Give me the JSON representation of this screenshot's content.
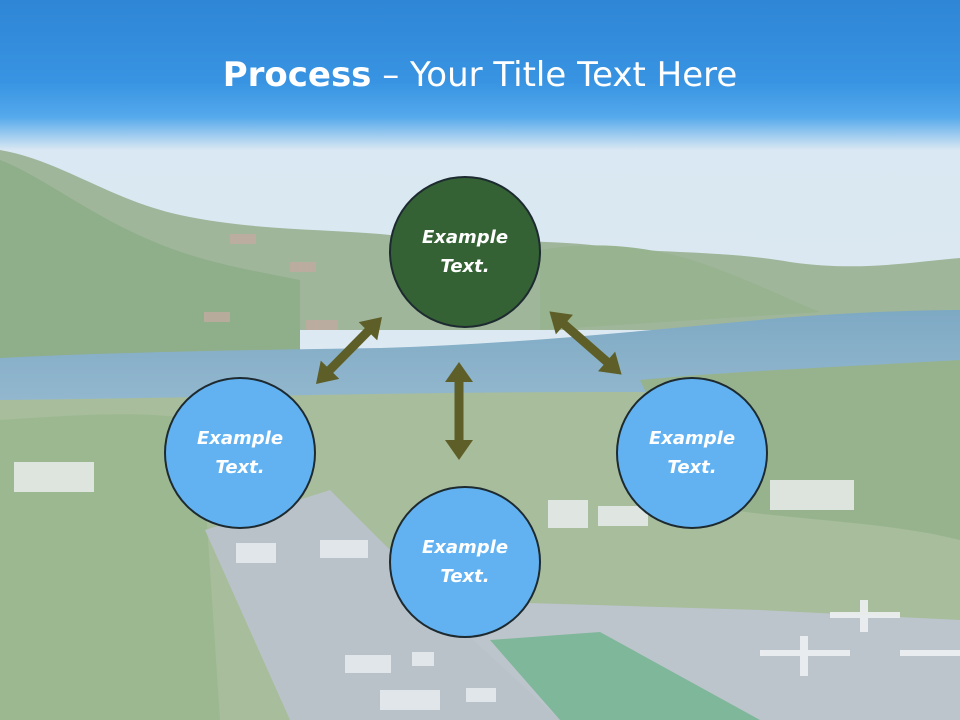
{
  "title": {
    "bold": "Process",
    "rest": " – Your Title Text Here"
  },
  "nodes": {
    "top": {
      "line1": "Example",
      "line2": "Text."
    },
    "left": {
      "line1": "Example",
      "line2": "Text."
    },
    "right": {
      "line1": "Example",
      "line2": "Text."
    },
    "bottom": {
      "line1": "Example",
      "line2": "Text."
    }
  },
  "colors": {
    "title_band": "#3894e2",
    "center_node": "#346234",
    "outer_node": "#62b2f2",
    "arrow": "#5e5f28",
    "node_border": "#1d2a30"
  }
}
